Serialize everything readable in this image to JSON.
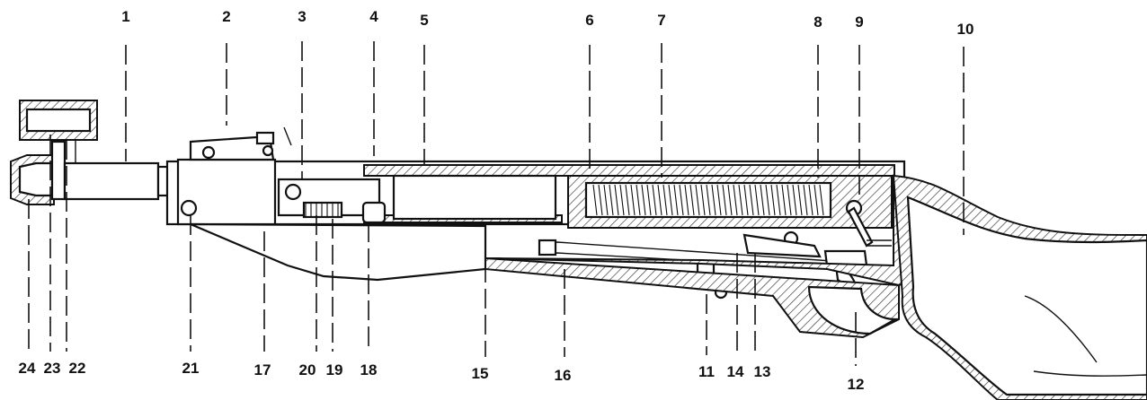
{
  "diagram": {
    "type": "cross-section",
    "labels": [
      "1",
      "2",
      "3",
      "4",
      "5",
      "6",
      "7",
      "8",
      "9",
      "10",
      "11",
      "12",
      "13",
      "14",
      "15",
      "16",
      "17",
      "18",
      "19",
      "20",
      "21",
      "22",
      "23",
      "24"
    ]
  }
}
